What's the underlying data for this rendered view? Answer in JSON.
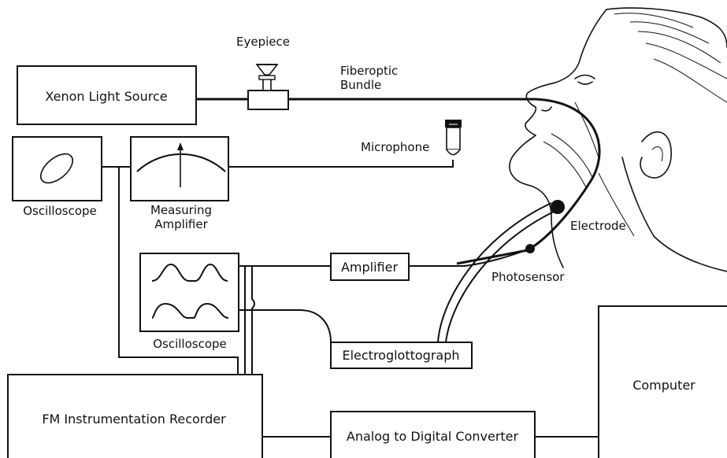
{
  "blocks": {
    "xenon": "Xenon Light Source",
    "oscilloscope_top": "Oscilloscope",
    "measuring_amp_line1": "Measuring",
    "measuring_amp_line2": "Amplifier",
    "oscilloscope_mid": "Oscilloscope",
    "amplifier": "Amplifier",
    "electroglottograph": "Electroglottograph",
    "fm_recorder": "FM Instrumentation Recorder",
    "adc": "Analog to Digital Converter",
    "computer": "Computer"
  },
  "labels": {
    "eyepiece": "Eyepiece",
    "fiberoptic_line1": "Fiberoptic",
    "fiberoptic_line2": "Bundle",
    "microphone": "Microphone",
    "electrode": "Electrode",
    "photosensor": "Photosensor"
  }
}
